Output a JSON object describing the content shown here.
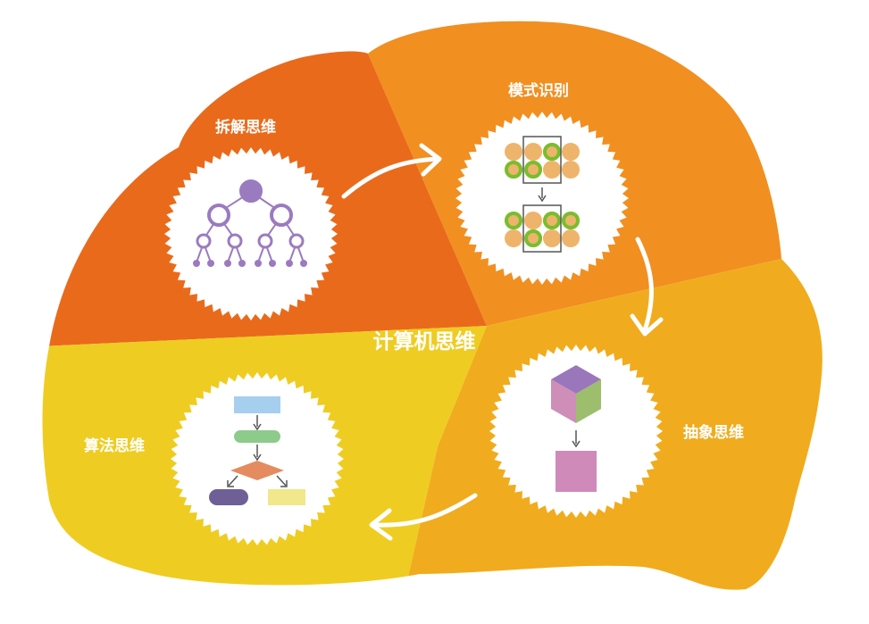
{
  "title": "计算机思维",
  "quadrants": {
    "decomposition": {
      "label": "拆解思维",
      "color": "#EA6A1B"
    },
    "pattern": {
      "label": "模式识别",
      "color": "#F18F20"
    },
    "abstraction": {
      "label": "抽象思维",
      "color": "#F0AC1E"
    },
    "algorithm": {
      "label": "算法思维",
      "color": "#EFCC22"
    }
  },
  "icon_colors": {
    "tree": "#9B7BBF",
    "tan": "#EEB46B",
    "green": "#78BE2E",
    "cube_top": "#9A77BB",
    "cube_left": "#CE8EB7",
    "cube_right": "#9CBE6D",
    "square": "#CF8AB9",
    "flow_rect": "#A6CFEF",
    "flow_pill": "#8DCB8B",
    "flow_diamond": "#E48B5F",
    "flow_dark": "#6E5F96",
    "flow_yellow": "#F1E78B"
  }
}
